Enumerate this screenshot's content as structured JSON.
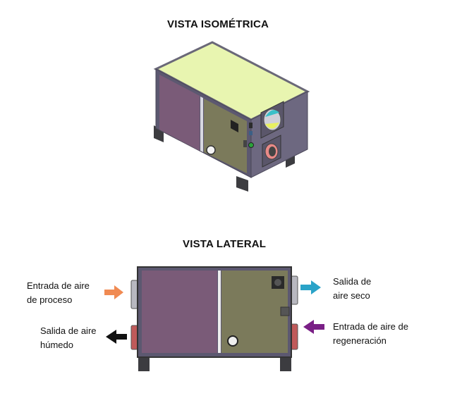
{
  "iso": {
    "title": "VISTA ISOMÉTRICA"
  },
  "lateral": {
    "title": "VISTA LATERAL",
    "labels": {
      "process_in": [
        "Entrada de aire",
        "de proceso"
      ],
      "humid_out": [
        "Salida de aire",
        "húmedo"
      ],
      "dry_out": [
        "Salida de",
        "aire seco"
      ],
      "regen_in": [
        "Entrada de aire de",
        "regeneración"
      ]
    },
    "arrows": {
      "process_in": {
        "direction": "right",
        "color": "#f08a52"
      },
      "humid_out": {
        "direction": "left",
        "color": "#111111"
      },
      "dry_out": {
        "direction": "right",
        "color": "#2aa3c8"
      },
      "regen_in": {
        "direction": "left",
        "color": "#7a1f86"
      }
    }
  },
  "colors": {
    "top_panel": "#e8f5b0",
    "purple_panel": "#7a5b78",
    "olive_panel": "#7b7a5b",
    "frame": "#5c5870",
    "side": "#6d6880",
    "feet": "#3c3c40"
  }
}
